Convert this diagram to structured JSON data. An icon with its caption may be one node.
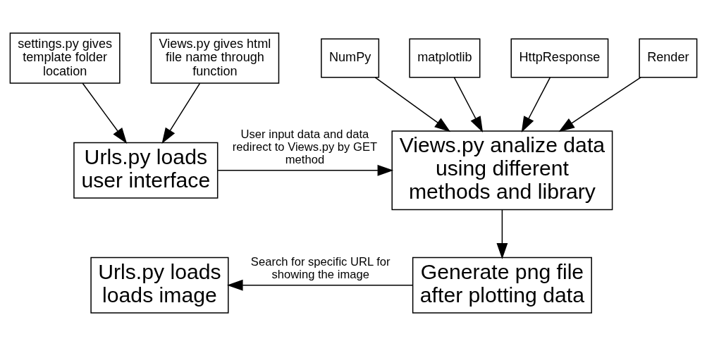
{
  "diagram": {
    "nodes": [
      {
        "text": [
          "settings.py gives template folder location"
        ]
      },
      {
        "text": [
          "Views.py gives html file name through function"
        ]
      },
      {
        "text": [
          "NumPy"
        ]
      },
      {
        "text": [
          "matplotlib"
        ]
      },
      {
        "text": [
          "HttpResponse"
        ]
      },
      {
        "text": [
          "Render"
        ]
      },
      {
        "text": [
          "Urls.py loads user interface"
        ]
      },
      {
        "text": [
          "Views.py analize data using different methods and library"
        ]
      },
      {
        "text": [
          "Urls.py loads loads image"
        ]
      },
      {
        "text": [
          "Generate png file after plotting data"
        ]
      }
    ],
    "edges": [
      {
        "from": 0,
        "to": 6,
        "arrow": "to"
      },
      {
        "from": 1,
        "to": 6,
        "arrow": "to"
      },
      {
        "from": 2,
        "to": 7,
        "arrow": "to"
      },
      {
        "from": 3,
        "to": 7,
        "arrow": "to"
      },
      {
        "from": 4,
        "to": 7,
        "arrow": "to"
      },
      {
        "from": 5,
        "to": 7,
        "arrow": "to"
      },
      {
        "from": 6,
        "to": 7,
        "arrow": "to",
        "label": "User input data and data redirect to Views.py by GET method"
      },
      {
        "from": 7,
        "to": 9,
        "arrow": "to"
      },
      {
        "from": 9,
        "to": 8,
        "arrow": "to",
        "label": "Search for specific URL for showing the image"
      }
    ]
  }
}
